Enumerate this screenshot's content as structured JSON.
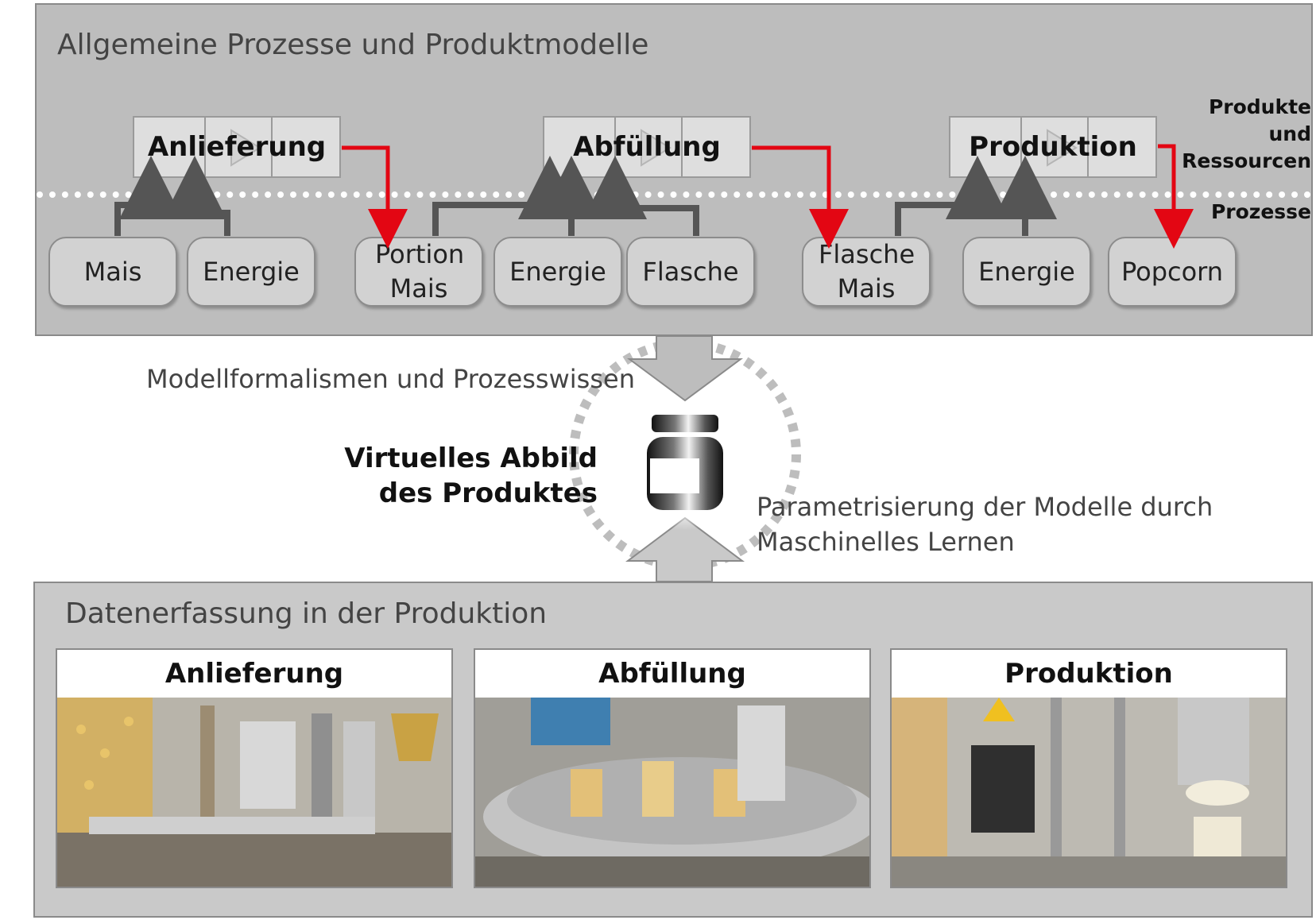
{
  "top_panel": {
    "title": "Allgemeine Prozesse und Produktmodelle",
    "layer_labels": [
      "Produkte",
      "und",
      "Ressourcen"
    ],
    "process_layer_label": "Prozesse",
    "processes": [
      {
        "label": "Anlieferung"
      },
      {
        "label": "Abfüllung"
      },
      {
        "label": "Produktion"
      }
    ],
    "resources": [
      {
        "label": "Mais"
      },
      {
        "label": "Energie"
      },
      {
        "label": "Portion Mais"
      },
      {
        "label": "Energie"
      },
      {
        "label": "Flasche"
      },
      {
        "label": "Flasche Mais"
      },
      {
        "label": "Energie"
      },
      {
        "label": "Popcorn"
      }
    ],
    "colors": {
      "input_arrow": "#555555",
      "output_arrow": "#e30613"
    }
  },
  "middle": {
    "left_text": "Modellformalismen und Prozesswissen",
    "center_label": [
      "Virtuelles Abbild",
      "des Produktes"
    ],
    "right_text": [
      "Parametrisierung der Modelle durch",
      "Maschinelles Lernen"
    ],
    "icon": "jar-icon"
  },
  "bottom_panel": {
    "title": "Datenerfassung in der Produktion",
    "stations": [
      {
        "label": "Anlieferung",
        "image": "corn-delivery-photo"
      },
      {
        "label": "Abfüllung",
        "image": "jar-filling-photo"
      },
      {
        "label": "Produktion",
        "image": "popcorn-production-photo"
      }
    ]
  }
}
